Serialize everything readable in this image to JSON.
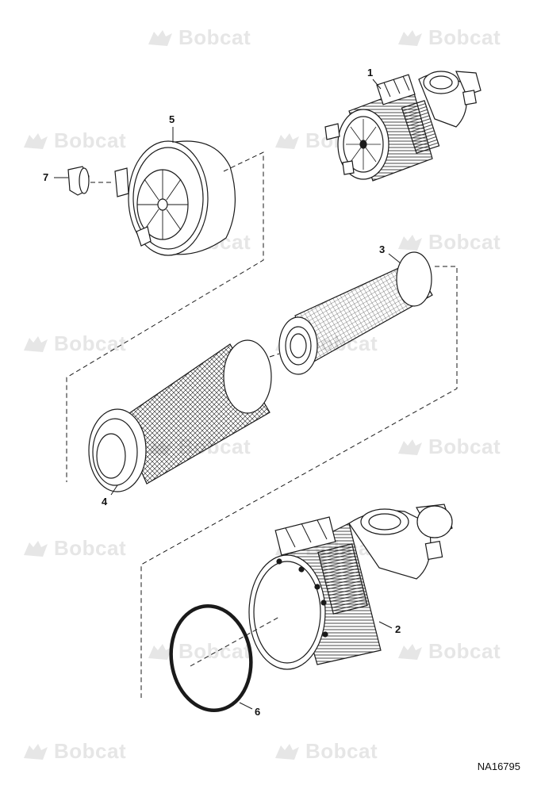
{
  "watermark": {
    "text": "Bobcat",
    "logo_icon": "bobcat-logo-icon",
    "color": "#e6e6e6"
  },
  "callouts": {
    "c1": "1",
    "c2": "2",
    "c3": "3",
    "c4": "4",
    "c5": "5",
    "c6": "6",
    "c7": "7"
  },
  "figure_code": "NA16795",
  "colors": {
    "line": "#1a1a1a",
    "background": "#ffffff"
  }
}
